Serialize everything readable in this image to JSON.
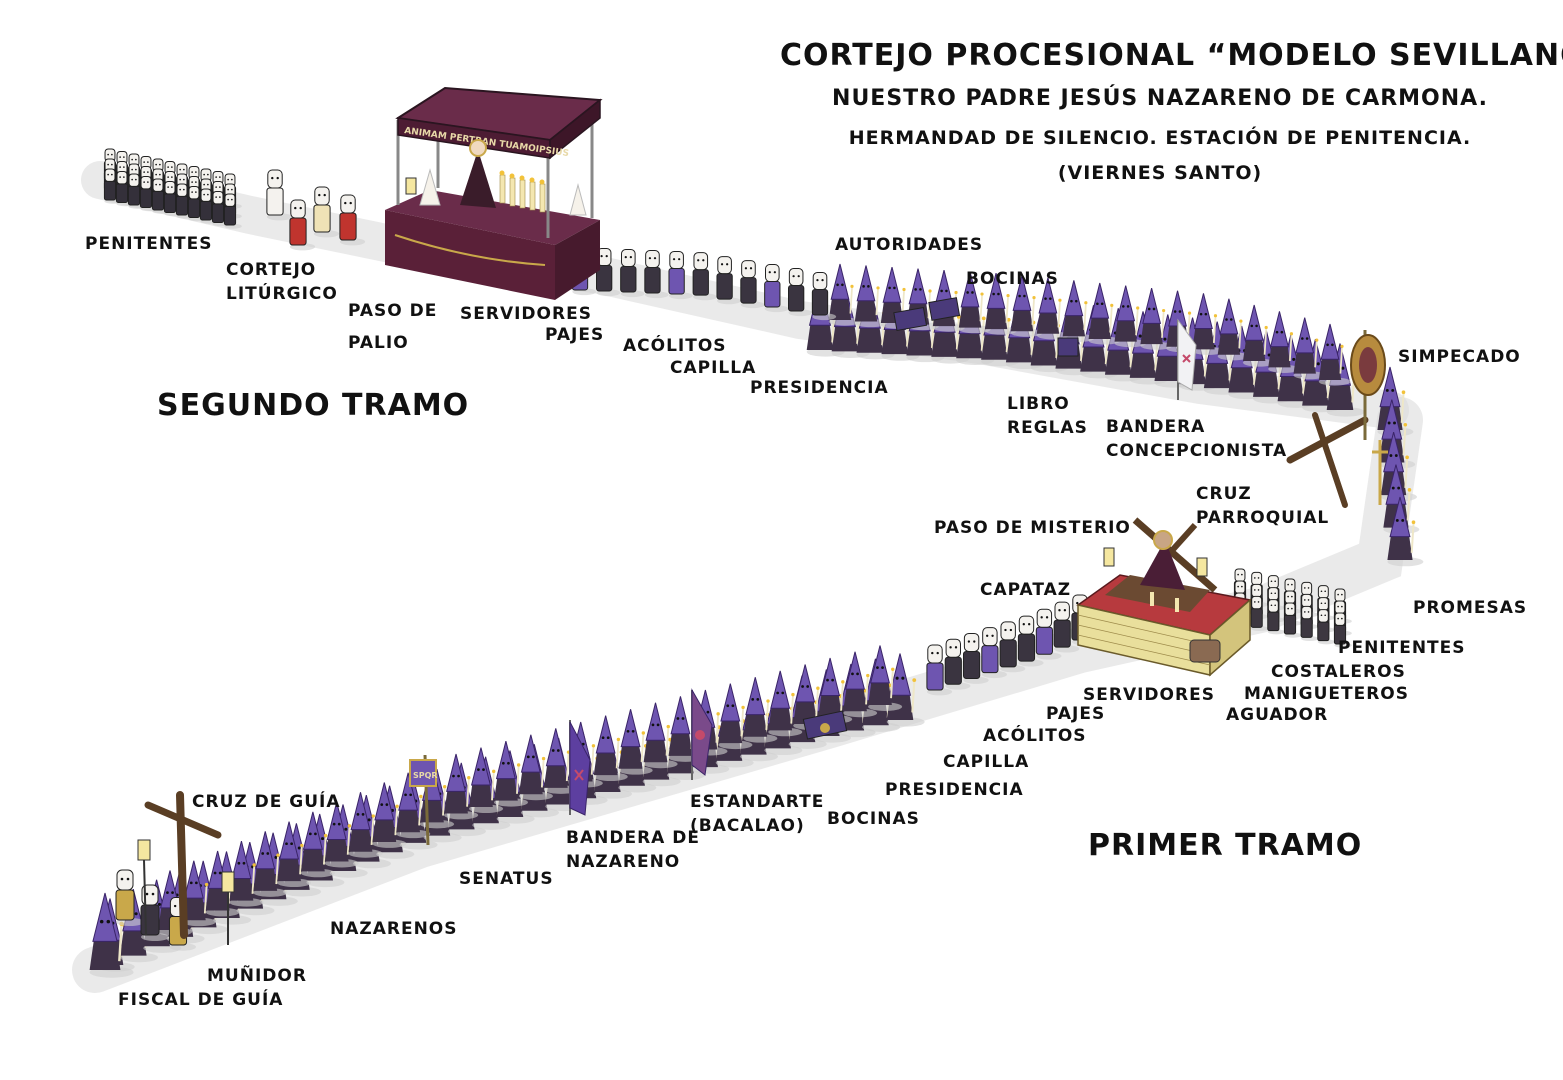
{
  "title": {
    "line1": "CORTEJO PROCESIONAL “MODELO SEVILLANO”",
    "line2": "NUESTRO PADRE JESÚS NAZARENO DE CARMONA.",
    "line3": "HERMANDAD DE SILENCIO. ESTACIÓN DE PENITENCIA.",
    "line4": "(VIERNES SANTO)"
  },
  "sections": {
    "primer_tramo": "PRIMER TRAMO",
    "segundo_tramo": "SEGUNDO TRAMO"
  },
  "banners": {
    "palio_valance": "ANIMAM PERTRAN TUAMOIPSIUS",
    "senatus_banner": "SPQR"
  },
  "labels": {
    "penitentes_top": "PENITENTES",
    "cortejo_liturgico": "CORTEJO\nLITÚRGICO",
    "paso_de_palio": "PASO DE\nPALIO",
    "servidores_top": "SERVIDORES",
    "pajes_top": "PAJES",
    "acolitos_top": "ACÓLITOS",
    "capilla_top": "CAPILLA",
    "presidencia_top": "PRESIDENCIA",
    "autoridades": "AUTORIDADES",
    "bocinas_top": "BOCINAS",
    "libro_reglas": "LIBRO\nREGLAS",
    "bandera_concepcionista": "BANDERA\nCONCEPCIONISTA",
    "simpecado": "SIMPECADO",
    "cruz_parroquial": "CRUZ\nPARROQUIAL",
    "paso_de_misterio": "PASO DE MISTERIO",
    "promesas": "PROMESAS",
    "capataz": "CAPATAZ",
    "penitentes_bottom": "PENITENTES",
    "costaleros": "COSTALEROS",
    "manigueteros": "MANIGUETEROS",
    "aguador": "AGUADOR",
    "servidores_bottom": "SERVIDORES",
    "pajes_bottom": "PAJES",
    "acolitos_bottom": "ACÓLITOS",
    "capilla_bottom": "CAPILLA",
    "presidencia_bottom": "PRESIDENCIA",
    "bocinas_bottom": "BOCINAS",
    "estandarte": "ESTANDARTE\n(BACALAO)",
    "bandera_de_nazareno": "BANDERA DE\nNAZARENO",
    "senatus": "SENATUS",
    "nazarenos": "NAZARENOS",
    "cruz_de_guia": "CRUZ DE GUÍA",
    "munidor": "MUÑIDOR",
    "fiscal_de_guia": "FISCAL DE GUÍA"
  },
  "colors": {
    "nazareno_purple": "#6e55b0",
    "hood_dark": "#3f3248",
    "paso_maroon": "#5a2038",
    "paso_canopy": "#6a2c4a",
    "misterio_red": "#b73a3e",
    "gold": "#c9a84a",
    "candle_flame": "#f2c23a",
    "ink": "#111111"
  }
}
